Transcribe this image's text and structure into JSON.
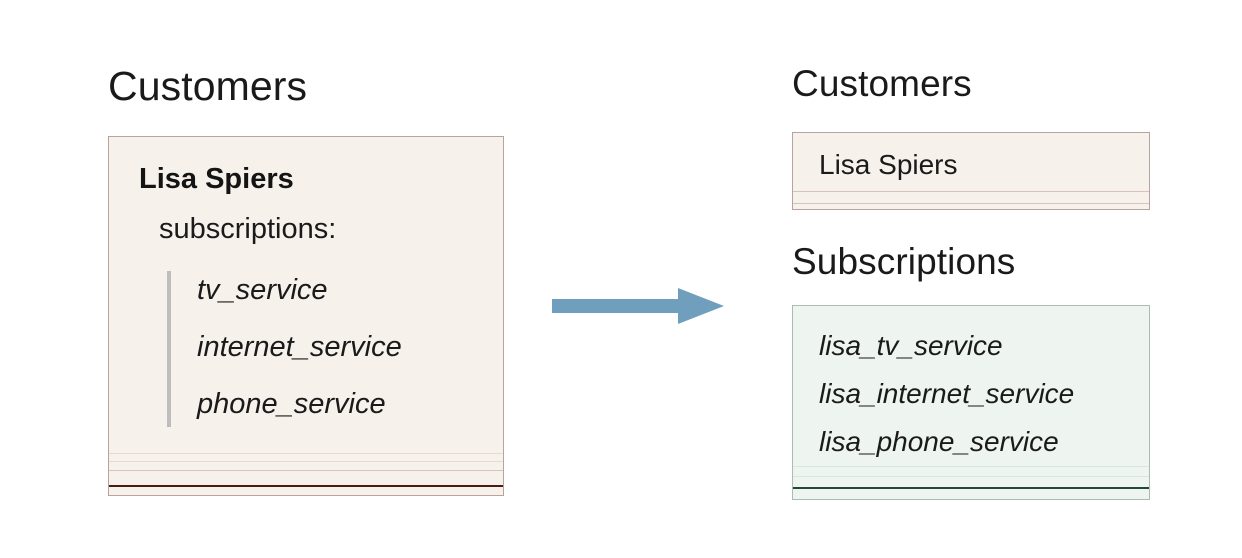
{
  "diagram": {
    "title_left": "Customers",
    "arrow": {
      "icon": "right-arrow-icon",
      "color": "#6f9fbd",
      "direction": "right"
    },
    "source": {
      "heading": "Customers",
      "customer_name": "Lisa Spiers",
      "subscriptions_label": "subscriptions:",
      "subscriptions": [
        "tv_service",
        "internet_service",
        "phone_service"
      ],
      "card_fill": "#f7f1ec",
      "card_border": "#b9a49d",
      "accent_bar_color": "#bdbdbd",
      "bottom_rule_color": "#4a1d13"
    },
    "target": {
      "customers": {
        "heading": "Customers",
        "rows": [
          "Lisa Spiers"
        ],
        "card_fill": "#f7f1ec",
        "card_border": "#b9a49d"
      },
      "subscriptions": {
        "heading": "Subscriptions",
        "rows": [
          "lisa_tv_service",
          "lisa_internet_service",
          "lisa_phone_service"
        ],
        "card_fill": "#eef4f0",
        "card_border": "#a9bdb2",
        "bottom_rule_color": "#1f4a35"
      }
    }
  }
}
